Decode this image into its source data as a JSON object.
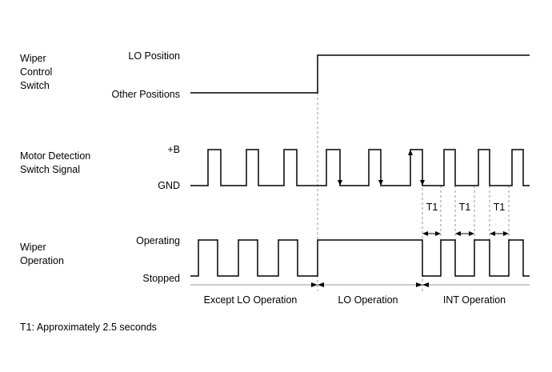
{
  "rows": {
    "switch": {
      "title": [
        "Wiper",
        "Control",
        "Switch"
      ],
      "high_label": "LO Position",
      "low_label": "Other Positions"
    },
    "motor": {
      "title": [
        "Motor Detection",
        "Switch Signal"
      ],
      "high_label": "+B",
      "low_label": "GND"
    },
    "operation": {
      "title": [
        "Wiper",
        "Operation"
      ],
      "high_label": "Operating",
      "low_label": "Stopped"
    }
  },
  "interval_label": "T1",
  "phases": [
    "Except LO Operation",
    "LO Operation",
    "INT Operation"
  ],
  "footnote": "T1: Approximately 2.5 seconds",
  "colors": {
    "line": "#000000",
    "guide": "#8a8a8a",
    "background": "#ffffff"
  }
}
